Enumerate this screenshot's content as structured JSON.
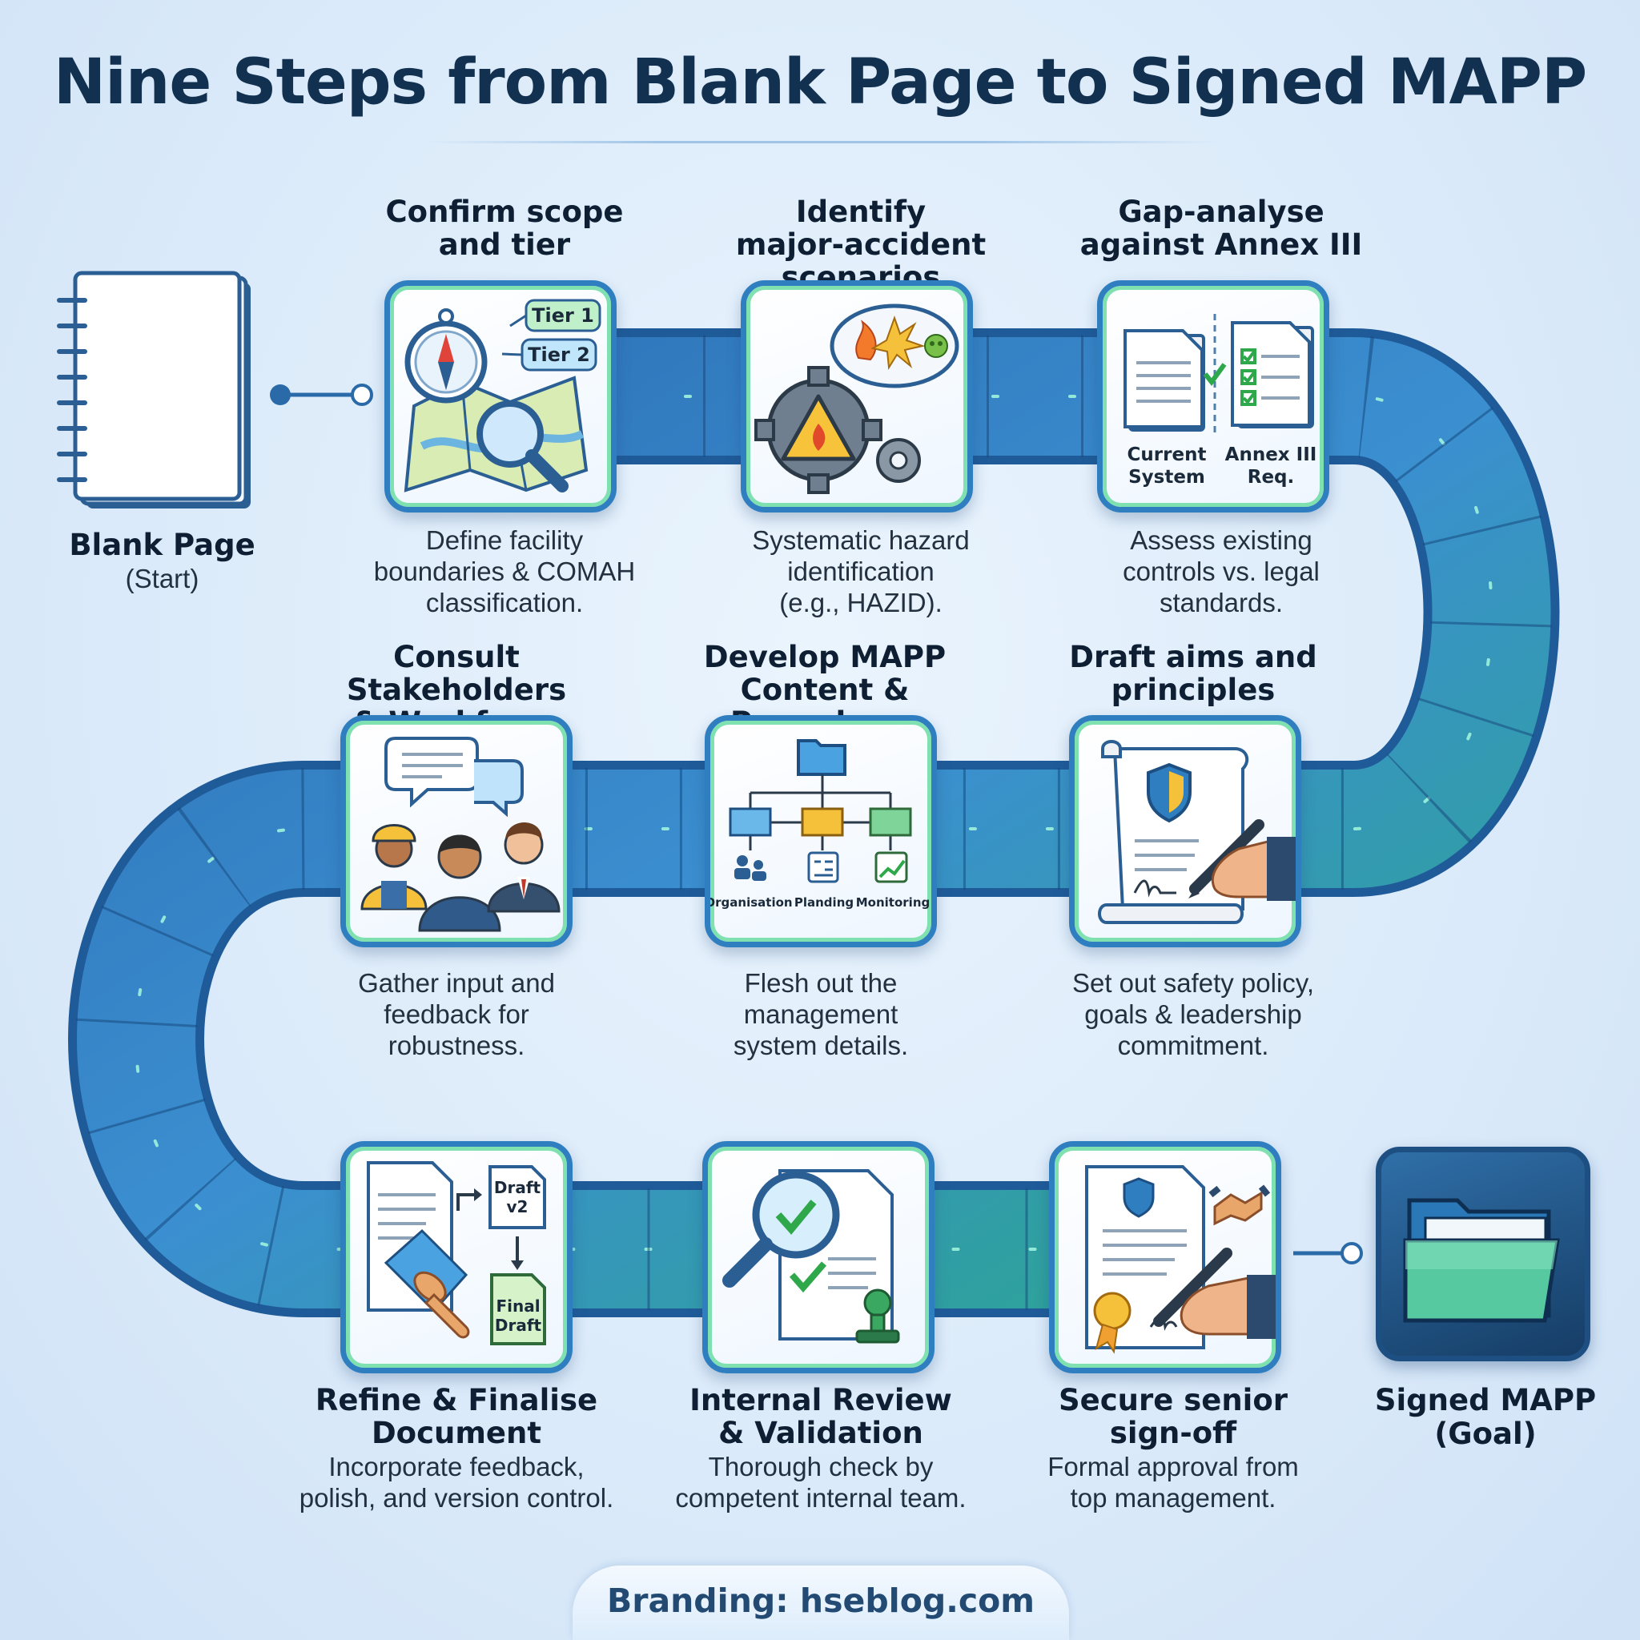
{
  "title": "Nine Steps from Blank Page to Signed MAPP",
  "start": {
    "title": "Blank Page",
    "subtitle": "(Start)"
  },
  "goal": {
    "title": "Signed MAPP",
    "subtitle": "(Goal)"
  },
  "steps": [
    {
      "title": "Confirm scope\nand tier",
      "description": "Define facility\nboundaries & COMAH\nclassification.",
      "icon": "compass-map-icon",
      "labels": {
        "tier1": "Tier 1",
        "tier2": "Tier 2"
      }
    },
    {
      "title": "Identify\nmajor-accident scenarios",
      "description": "Systematic hazard\nidentification\n(e.g., HAZID).",
      "icon": "hazard-gear-icon"
    },
    {
      "title": "Gap-analyse\nagainst Annex III",
      "description": "Assess existing\ncontrols vs. legal\nstandards.",
      "icon": "document-compare-icon",
      "labels": {
        "left": "Current\nSystem",
        "right": "Annex III\nReq."
      }
    },
    {
      "title": "Draft aims and\nprinciples",
      "description": "Set out safety policy,\ngoals & leadership\ncommitment.",
      "icon": "scroll-pen-icon"
    },
    {
      "title": "Develop MAPP\nContent & Procedures",
      "description": "Flesh out the\nmanagement\nsystem details.",
      "icon": "org-chart-icon",
      "labels": {
        "a": "Organisation",
        "b": "Planding",
        "c": "Monitoring"
      }
    },
    {
      "title": "Consult Stakeholders\n& Workforce",
      "description": "Gather input and\nfeedback for\nrobustness.",
      "icon": "people-chat-icon"
    },
    {
      "title": "Refine & Finalise\nDocument",
      "description": "Incorporate feedback,\npolish, and version control.",
      "icon": "draft-versions-icon",
      "labels": {
        "v2": "Draft\nv2",
        "final": "Final\nDraft"
      }
    },
    {
      "title": "Internal Review\n& Validation",
      "description": "Thorough check by\ncompetent internal team.",
      "icon": "magnifier-check-icon"
    },
    {
      "title": "Secure senior\nsign-off",
      "description": "Formal approval from\ntop management.",
      "icon": "signature-seal-icon"
    }
  ],
  "branding": "Branding: hseblog.com",
  "colors": {
    "accent": "#2f7fc0",
    "glow": "#7fe0b0",
    "title": "#12304f"
  }
}
